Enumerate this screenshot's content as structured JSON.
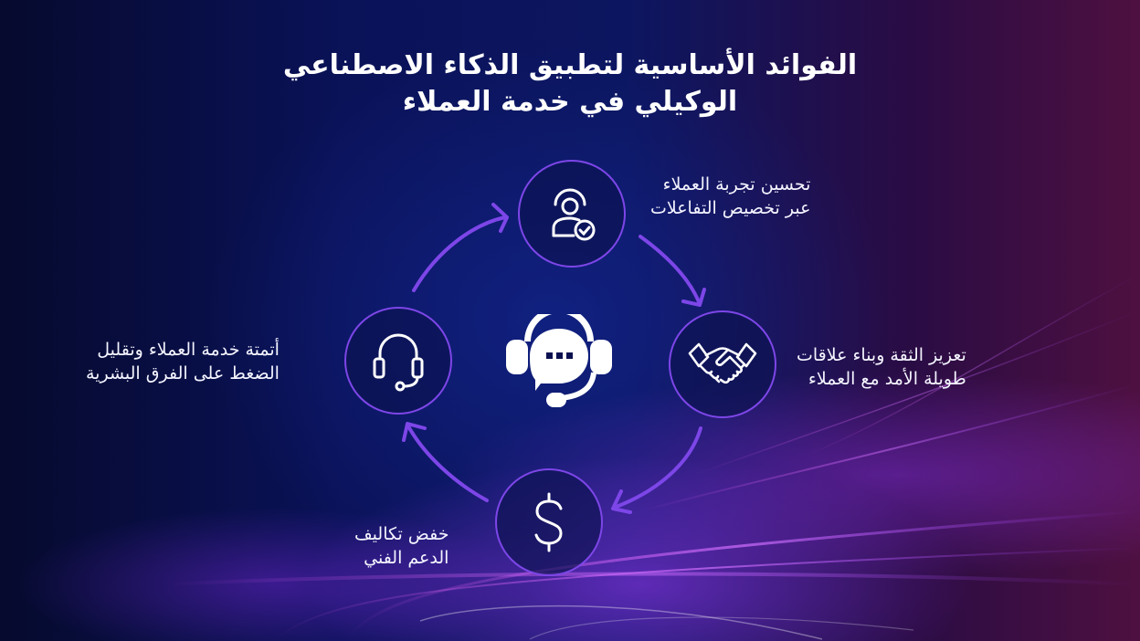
{
  "title": {
    "line1": "الفوائد الأساسية لتطبيق الذكاء الاصطناعي",
    "line2": "الوكيلي في خدمة العملاء"
  },
  "center": {
    "icon": "customer-support-chat-headset-icon"
  },
  "benefits": [
    {
      "id": "experience",
      "icon": "user-check-icon",
      "line1": "تحسين تجربة العملاء",
      "line2": "عبر تخصيص التفاعلات"
    },
    {
      "id": "trust",
      "icon": "handshake-icon",
      "line1": "تعزيز الثقة وبناء علاقات",
      "line2": "طويلة الأمد مع العملاء"
    },
    {
      "id": "cost",
      "icon": "dollar-icon",
      "line1": "خفض تكاليف",
      "line2": "الدعم الفني"
    },
    {
      "id": "automation",
      "icon": "headset-icon",
      "line1": "أتمتة خدمة العملاء وتقليل",
      "line2": "الضغط على الفرق البشرية"
    }
  ],
  "colors": {
    "accent": "#7d46e8",
    "background_dark": "#0b1150",
    "background_right": "#4e1040",
    "text": "#ffffff"
  }
}
